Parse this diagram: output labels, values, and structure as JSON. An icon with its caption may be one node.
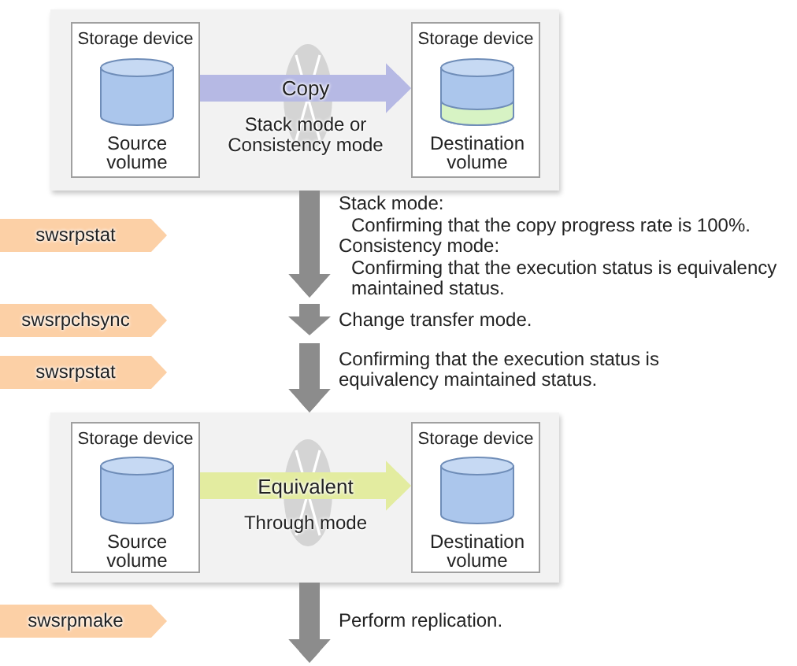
{
  "diagram": {
    "nodes": [
      {
        "text": [],
        "shape": "box"
      },
      {
        "text": [
          "Storage device"
        ],
        "in": 0
      },
      {
        "text": [
          "Source volume"
        ],
        "in": 1
      },
      {
        "text": [
          "Storage device"
        ],
        "in": 0
      },
      {
        "text": [
          "Destination volume"
        ],
        "in": 3
      },
      {
        "text": [
          "swsrpstat"
        ]
      },
      {
        "text": [
          "swsrpchsync"
        ]
      },
      {
        "text": [
          "swsrpstat"
        ]
      },
      {
        "text": [],
        "shape": "box"
      },
      {
        "text": [
          "Storage device"
        ],
        "in": 8
      },
      {
        "text": [
          "Source volume"
        ],
        "in": 9
      },
      {
        "text": [
          "Storage device"
        ],
        "in": 8
      },
      {
        "text": [
          "Destination volume"
        ],
        "in": 11
      },
      {
        "text": [
          "swsrpmake"
        ]
      }
    ],
    "edges": [
      {
        "from": 1,
        "to": 3,
        "arrow": "to",
        "label": "Copy",
        "color": "#b6b9e4"
      },
      {
        "from": 0,
        "to": null,
        "arrow": "to"
      },
      {
        "from": null,
        "to": 8,
        "arrow": "to"
      },
      {
        "from": 9,
        "to": 11,
        "arrow": "to",
        "label": "Equivalent",
        "color": "#e3eca0"
      },
      {
        "from": 8,
        "to": null,
        "arrow": "to"
      }
    ],
    "labels": [
      "Stack mode or Consistency mode",
      "Stack mode:",
      "Confirming that the copy progress rate is 100%.",
      "Consistency mode:",
      "Confirming that the execution status is equivalency maintained status.",
      "Change transfer mode.",
      "Confirming that the execution status is equivalency maintained status.",
      "Through mode",
      "Perform replication."
    ]
  }
}
